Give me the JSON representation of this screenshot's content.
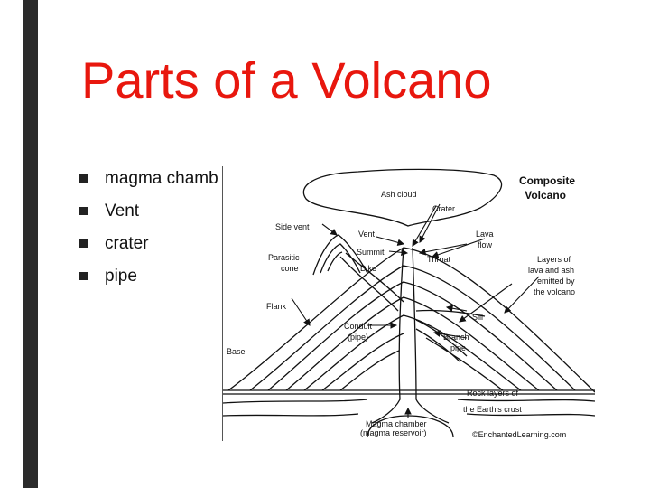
{
  "slide": {
    "title": "Parts of a Volcano",
    "bullets": [
      "magma chamb",
      "Vent",
      "crater",
      "pipe"
    ]
  },
  "diagram": {
    "title_line1": "Composite",
    "title_line2": "Volcano",
    "labels": {
      "ash_cloud": "Ash cloud",
      "crater": "Crater",
      "side_vent": "Side vent",
      "vent": "Vent",
      "summit": "Summit",
      "lava_flow_1": "Lava",
      "lava_flow_2": "flow",
      "parasitic_1": "Parasitic",
      "parasitic_2": "cone",
      "dike": "Dike",
      "throat": "Throat",
      "layers_1": "Layers of",
      "layers_2": "lava and ash",
      "layers_3": "emitted by",
      "layers_4": "the volcano",
      "flank": "Flank",
      "sill": "Sill",
      "conduit_1": "Conduit",
      "conduit_2": "(pipe)",
      "branch_1": "Branch",
      "branch_2": "pipe",
      "base": "Base",
      "rock_1": "Rock layers of",
      "rock_2": "the Earth's crust",
      "magma_1": "Magma chamber",
      "magma_2": "(magma reservoir)",
      "copyright": "©EnchantedLearning.com"
    }
  }
}
